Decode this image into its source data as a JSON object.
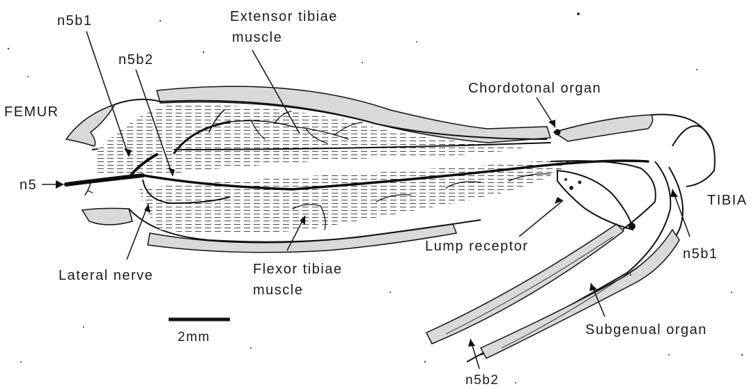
{
  "labels": {
    "femur": "FEMUR",
    "n5": "n5",
    "n5b1_top": "n5b1",
    "n5b2_top": "n5b2",
    "extensor_line1": "Extensor tibiae",
    "extensor_line2": "muscle",
    "chordotonal": "Chordotonal organ",
    "tibia": "TIBIA",
    "lump": "Lump receptor",
    "n5b1_right": "n5b1",
    "lateral": "Lateral nerve",
    "flexor_line1": "Flexor tibiae",
    "flexor_line2": "muscle",
    "subgenual": "Subgenual organ",
    "n5b2_bottom": "n5b2",
    "scale": "2mm"
  },
  "scale_bar": {
    "length_mm": 2
  }
}
